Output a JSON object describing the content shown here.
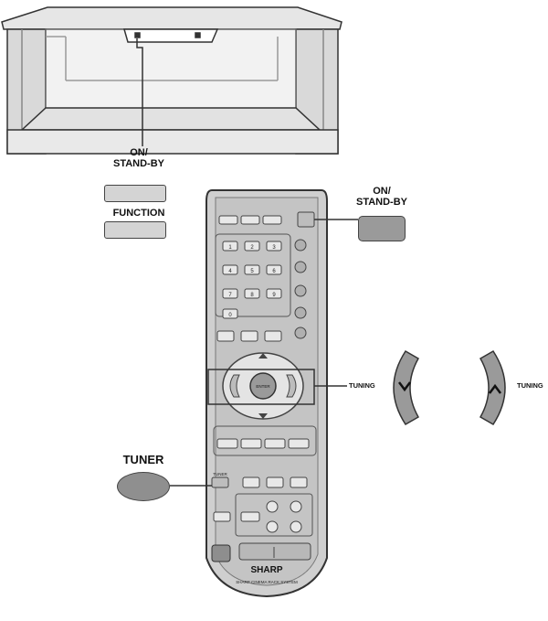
{
  "labels": {
    "on_standby_unit": "ON/\nSTAND-BY",
    "function": "FUNCTION",
    "on_standby_remote": "ON/\nSTAND-BY",
    "tuning_left": "TUNING",
    "tuning_right": "TUNING",
    "tuner": "TUNER"
  },
  "remote": {
    "brand": "SHARP",
    "footer": "SHARP CINEMA RACK SYSTEM",
    "key_tuner": "TUNER",
    "key_enter": "ENTER",
    "digits": [
      "1",
      "2",
      "3",
      "4",
      "5",
      "6",
      "7",
      "8",
      "9",
      "0"
    ]
  },
  "icons": {
    "tuning_down": "chevron-down-icon",
    "tuning_up": "chevron-up-icon"
  },
  "colors": {
    "line": "#333333",
    "button_dark": "#8f8f8f",
    "button_light": "#d4d4d4",
    "remote_body": "#cfcfcf"
  }
}
